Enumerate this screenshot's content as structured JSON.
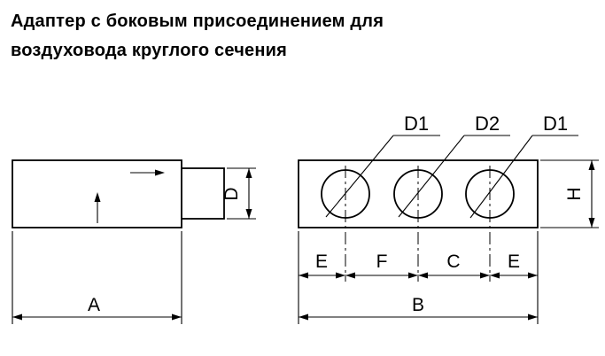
{
  "title": {
    "line1": "Адаптер с боковым присоединением для",
    "line2": "воздуховода круглого сечения"
  },
  "diagram": {
    "left_view": {
      "dim_diameter": "D",
      "dim_width": "A"
    },
    "right_view": {
      "hole_labels": [
        "D1",
        "D2",
        "D1"
      ],
      "dim_height": "H",
      "dim_segments": [
        "E",
        "F",
        "C",
        "E"
      ],
      "dim_width": "B"
    },
    "colors": {
      "line": "#000000",
      "background": "#ffffff",
      "title_text": "#000000"
    }
  }
}
